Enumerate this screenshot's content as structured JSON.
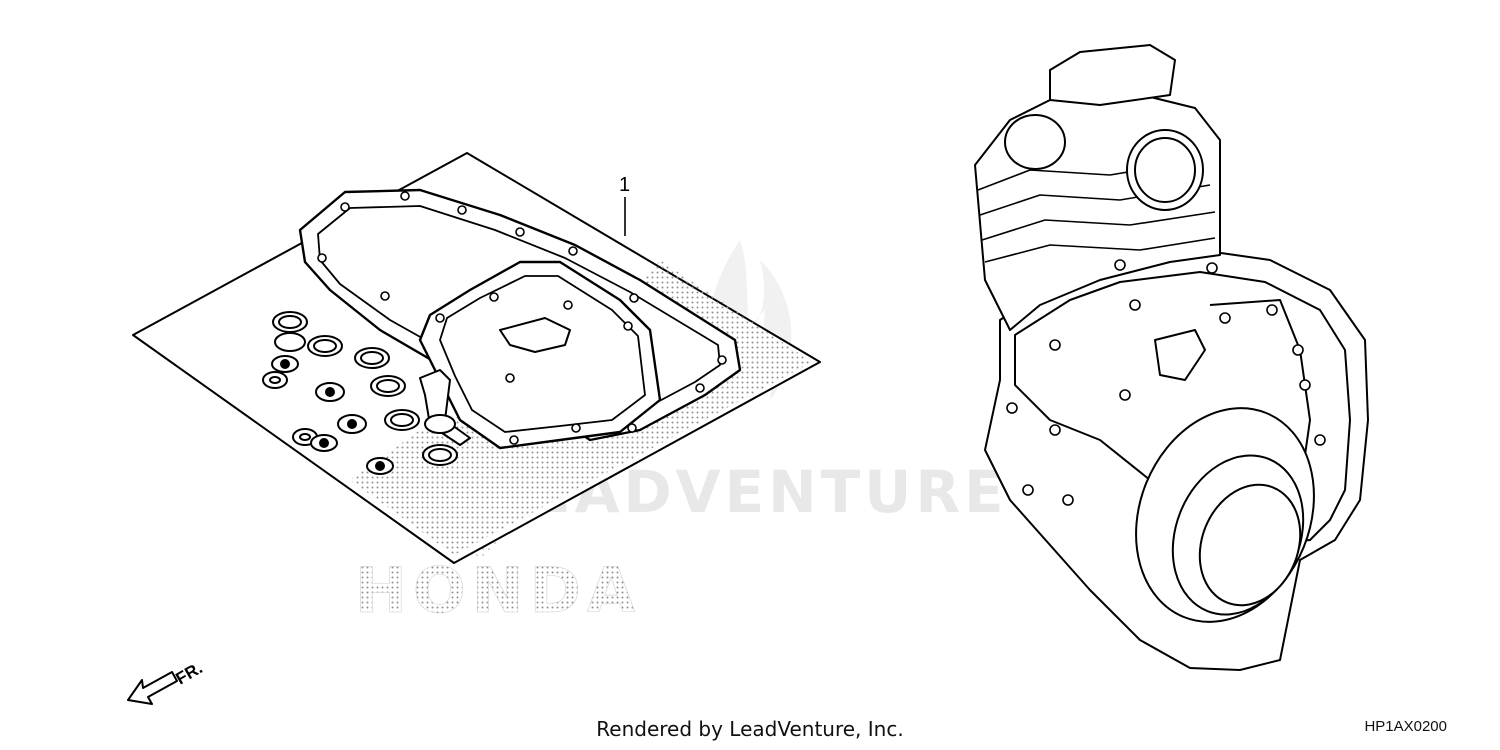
{
  "watermark": {
    "brand_text": "LEADVENTURE"
  },
  "logo": {
    "brand_text": "HONDA"
  },
  "callouts": [
    {
      "number": "1"
    }
  ],
  "direction_indicator": {
    "label": "FR."
  },
  "footer": {
    "rendered_by": "Rendered by LeadVenture, Inc.",
    "diagram_code": "HP1AX0200"
  },
  "colors": {
    "line": "#000000",
    "dot_shading": "#9a9a9a",
    "watermark": "#e6e6e6"
  }
}
